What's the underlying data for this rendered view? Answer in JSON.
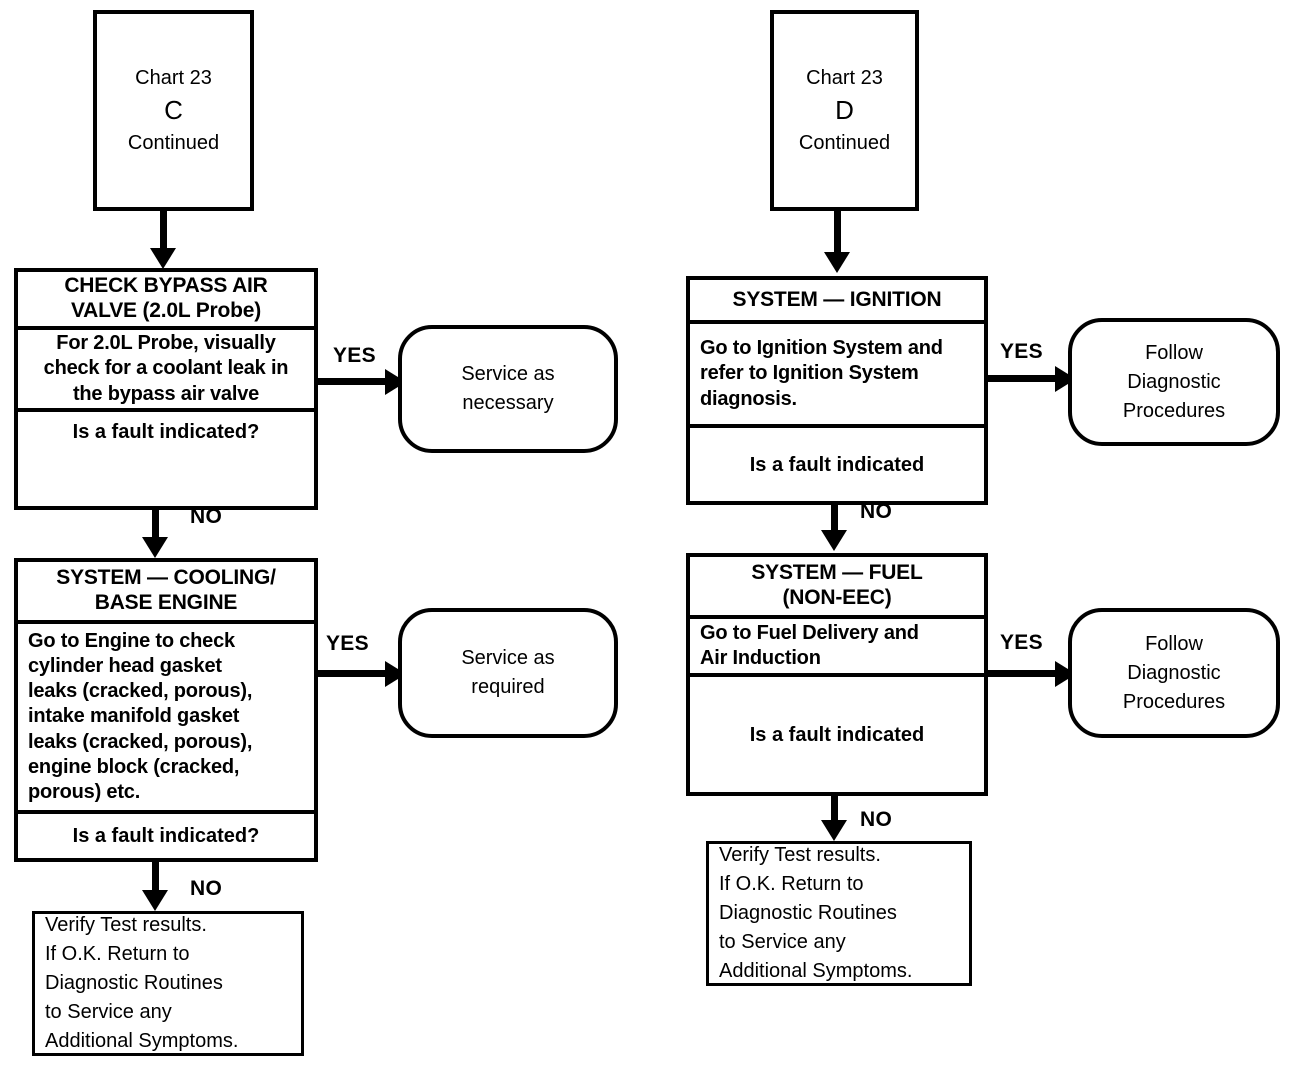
{
  "diagram": {
    "title": "Chart 23 Diagnostic Flowchart (C and D continued)",
    "ink_color": "#000000",
    "background_color": "#ffffff"
  },
  "left_branch": {
    "start": {
      "line1": "Chart 23",
      "line2": "C",
      "line3": "Continued"
    },
    "step1": {
      "header_line1": "CHECK BYPASS AIR",
      "header_line2": "VALVE (2.0L Probe)",
      "body_line1": "For 2.0L Probe, visually",
      "body_line2": "check for a coolant leak in",
      "body_line3": "the bypass air valve",
      "question": "Is a fault indicated?",
      "yes_label": "YES",
      "no_label": "NO"
    },
    "step1_yes": {
      "line1": "Service as",
      "line2": "necessary"
    },
    "step2": {
      "header_line1": "SYSTEM — COOLING/",
      "header_line2": "BASE ENGINE",
      "body_line1": "Go to Engine to check",
      "body_line2": "cylinder head gasket",
      "body_line3": "leaks (cracked, porous),",
      "body_line4": "intake manifold gasket",
      "body_line5": "leaks (cracked, porous),",
      "body_line6": "engine block (cracked,",
      "body_line7": "porous) etc.",
      "question": "Is a fault indicated?",
      "yes_label": "YES",
      "no_label": "NO"
    },
    "step2_yes": {
      "line1": "Service as",
      "line2": "required"
    },
    "terminal": {
      "line1": "Verify Test results.",
      "line2": "If O.K. Return to",
      "line3": "Diagnostic Routines",
      "line4": "to Service any",
      "line5": "Additional Symptoms."
    }
  },
  "right_branch": {
    "start": {
      "line1": "Chart 23",
      "line2": "D",
      "line3": "Continued"
    },
    "step1": {
      "header_line1": "SYSTEM — IGNITION",
      "body_line1": "Go to Ignition System and",
      "body_line2": "refer to Ignition System",
      "body_line3": "diagnosis.",
      "question": "Is a fault indicated",
      "yes_label": "YES",
      "no_label": "NO"
    },
    "step1_yes": {
      "line1": "Follow",
      "line2": "Diagnostic",
      "line3": "Procedures"
    },
    "step2": {
      "header_line1": "SYSTEM — FUEL",
      "header_line2": "(NON-EEC)",
      "body_line1": "Go to Fuel Delivery and",
      "body_line2": "Air Induction",
      "question": "Is a fault indicated",
      "yes_label": "YES",
      "no_label": "NO"
    },
    "step2_yes": {
      "line1": "Follow",
      "line2": "Diagnostic",
      "line3": "Procedures"
    },
    "terminal": {
      "line1": "Verify Test results.",
      "line2": "If O.K. Return to",
      "line3": "Diagnostic Routines",
      "line4": "to Service any",
      "line5": "Additional Symptoms."
    }
  }
}
